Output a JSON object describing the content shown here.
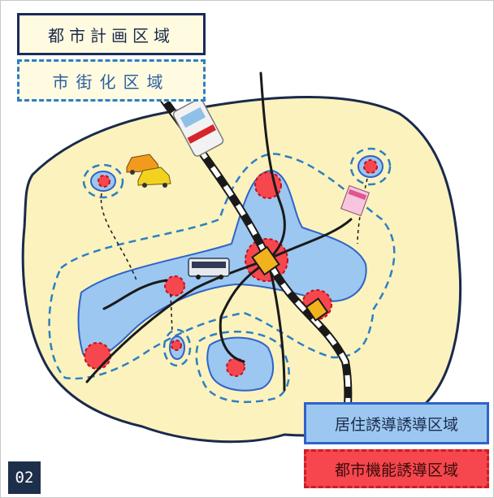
{
  "legend": {
    "city_planning_area": "都市計画区域",
    "urbanization_area": "市街化区域",
    "residential_guidance_area": "居住誘導誘導区域",
    "urban_function_guidance_area": "都市機能誘導区域"
  },
  "page_number": "02",
  "colors": {
    "city_area_fill": "#fbf2bd",
    "residential_fill": "#9cc7f0",
    "function_fill": "#f5474d",
    "dashed_outline": "#2c7fc4",
    "station": "#f2b21d"
  }
}
